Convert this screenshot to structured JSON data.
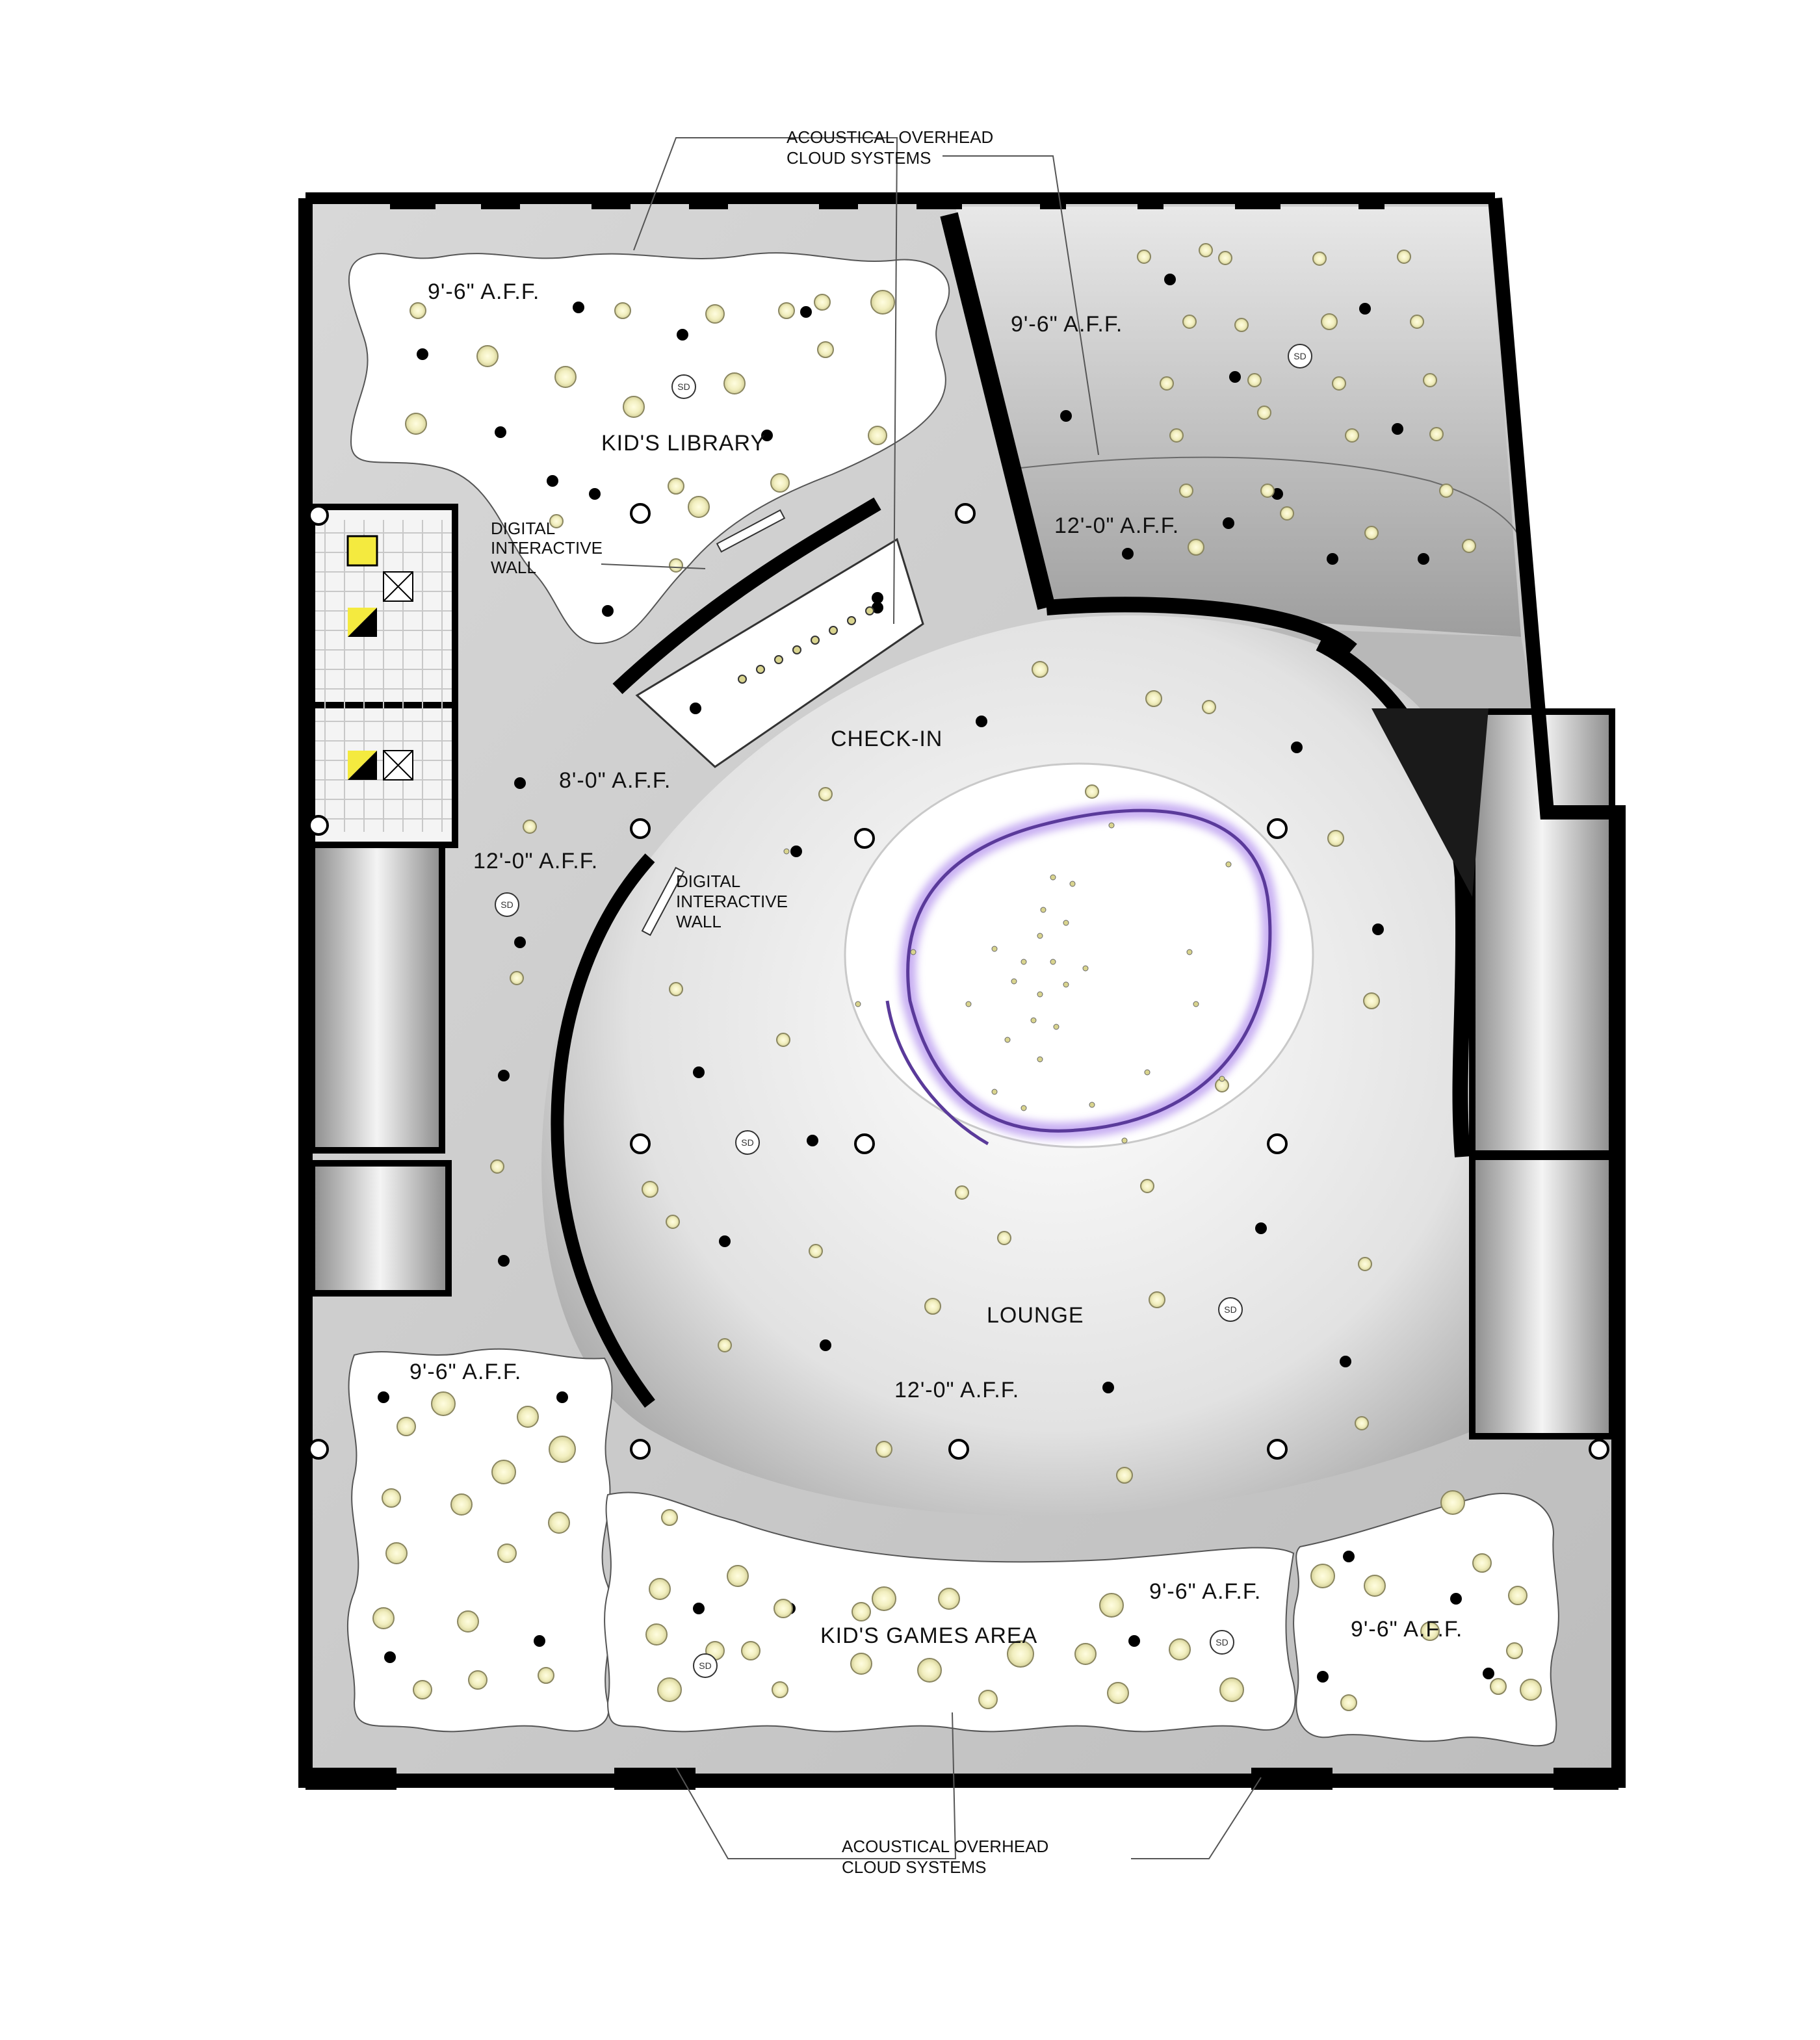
{
  "callouts": {
    "top_acoustical": [
      "ACOUSTICAL OVERHEAD",
      "CLOUD SYSTEMS"
    ],
    "bottom_acoustical": [
      "ACOUSTICAL OVERHEAD",
      "CLOUD SYSTEMS"
    ],
    "digital_wall_1": [
      "DIGITAL",
      "INTERACTIVE",
      "WALL"
    ],
    "digital_wall_2": [
      "DIGITAL",
      "INTERACTIVE",
      "WALL"
    ]
  },
  "rooms": {
    "kids_library": "KID'S LIBRARY",
    "check_in": "CHECK-IN",
    "lounge": "LOUNGE",
    "kids_games_area": "KID'S GAMES AREA"
  },
  "heights": {
    "library_cloud": "9'-6\" A.F.F.",
    "ne_cloud": "9'-6\" A.F.F.",
    "ne_ceiling": "12'-0\" A.F.F.",
    "corridor_low": "8'-0\" A.F.F.",
    "corridor": "12'-0\" A.F.F.",
    "lounge": "12'-0\" A.F.F.",
    "sw_cloud": "9'-6\" A.F.F.",
    "games_cloud": "9'-6\" A.F.F.",
    "se_cloud": "9'-6\" A.F.F."
  },
  "smoke_detector_label": "SD",
  "colors": {
    "wall": "#000000",
    "light_fixture": "#f2efc0",
    "downlight": "#000000",
    "led_ring": "#7b4fc9"
  }
}
